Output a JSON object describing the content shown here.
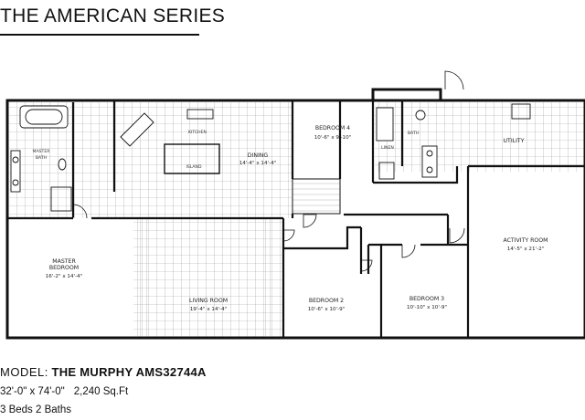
{
  "header": {
    "series_title": "THE AMERICAN SERIES"
  },
  "rooms": {
    "master_bath": {
      "name": "MASTER\nBATH",
      "name_l1": "MASTER",
      "name_l2": "BATH"
    },
    "kitchen": {
      "name": "KITCHEN"
    },
    "island": {
      "name": "ISLAND"
    },
    "dining": {
      "name": "DINING",
      "dim": "14'-4\" x 14'-4\""
    },
    "bedroom4": {
      "name": "BEDROOM 4",
      "dim": "10'-6\" x 9'-10\""
    },
    "bath": {
      "name": "BATH"
    },
    "linen": {
      "name": "LINEN"
    },
    "utility": {
      "name": "UTILITY"
    },
    "master_bedroom": {
      "name_l1": "MASTER",
      "name_l2": "BEDROOM",
      "dim": "16'-2\" x 14'-4\""
    },
    "living_room": {
      "name": "LIVING ROOM",
      "dim": "19'-4\" x 14'-4\""
    },
    "bedroom2": {
      "name": "BEDROOM 2",
      "dim": "10'-6\" x 10'-9\""
    },
    "bedroom3": {
      "name": "BEDROOM 3",
      "dim": "10'-10\" x 10'-9\""
    },
    "activity_room": {
      "name": "ACTIVITY ROOM",
      "dim": "14'-5\" x 21'-2\""
    }
  },
  "model": {
    "label": "MODEL:",
    "name": "THE MURPHY AMS32744A",
    "size": "32'-0\" x 74'-0\"",
    "sqft": "2,240 Sq.Ft",
    "beds_baths": "3 Beds 2 Baths"
  },
  "colors": {
    "wall": "#111111",
    "tile": "#9a9a9a",
    "background": "#ffffff"
  }
}
